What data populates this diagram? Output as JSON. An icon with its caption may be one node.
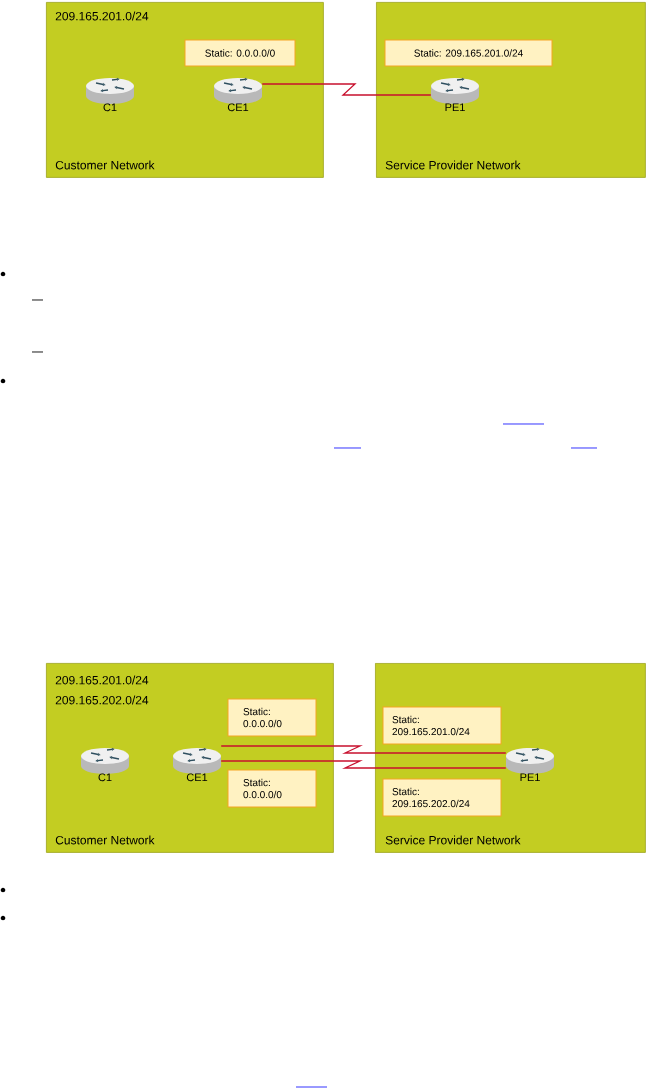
{
  "diagram": {
    "nodes": [
      {
        "text": [
          "209.165.201.0/24",
          "Customer Network"
        ]
      },
      {
        "text": [
          "Static: 0.0.0.0/0"
        ],
        "in": 0
      },
      {
        "text": [
          "C1"
        ],
        "in": 0
      },
      {
        "text": [
          "CE1"
        ],
        "in": 0
      },
      {
        "text": [
          "Service Provider Network"
        ]
      },
      {
        "text": [
          "Static: 209.165.201.0/24"
        ],
        "in": 4
      },
      {
        "text": [
          "PE1"
        ],
        "in": 4
      },
      {
        "text": [
          "209.165.201.0/24",
          "209.165.202.0/24",
          "Customer Network"
        ]
      },
      {
        "text": [
          "Static: 0.0.0.0/0"
        ],
        "in": 7
      },
      {
        "text": [
          "C1"
        ],
        "in": 7
      },
      {
        "text": [
          "CE1"
        ],
        "in": 7
      },
      {
        "text": [
          "Static: 0.0.0.0/0"
        ],
        "in": 7
      },
      {
        "text": [
          "Service Provider Network"
        ]
      },
      {
        "text": [
          "Static: 209.165.201.0/24"
        ],
        "in": 12
      },
      {
        "text": [
          "PE1"
        ],
        "in": 12
      },
      {
        "text": [
          "Static: 209.165.202.0/24"
        ],
        "in": 12
      }
    ],
    "edges": [
      {
        "from": 3,
        "to": 6,
        "arrow": "none"
      },
      {
        "from": 10,
        "to": 14,
        "arrow": "none"
      },
      {
        "from": 10,
        "to": 14,
        "arrow": "none"
      }
    ]
  }
}
